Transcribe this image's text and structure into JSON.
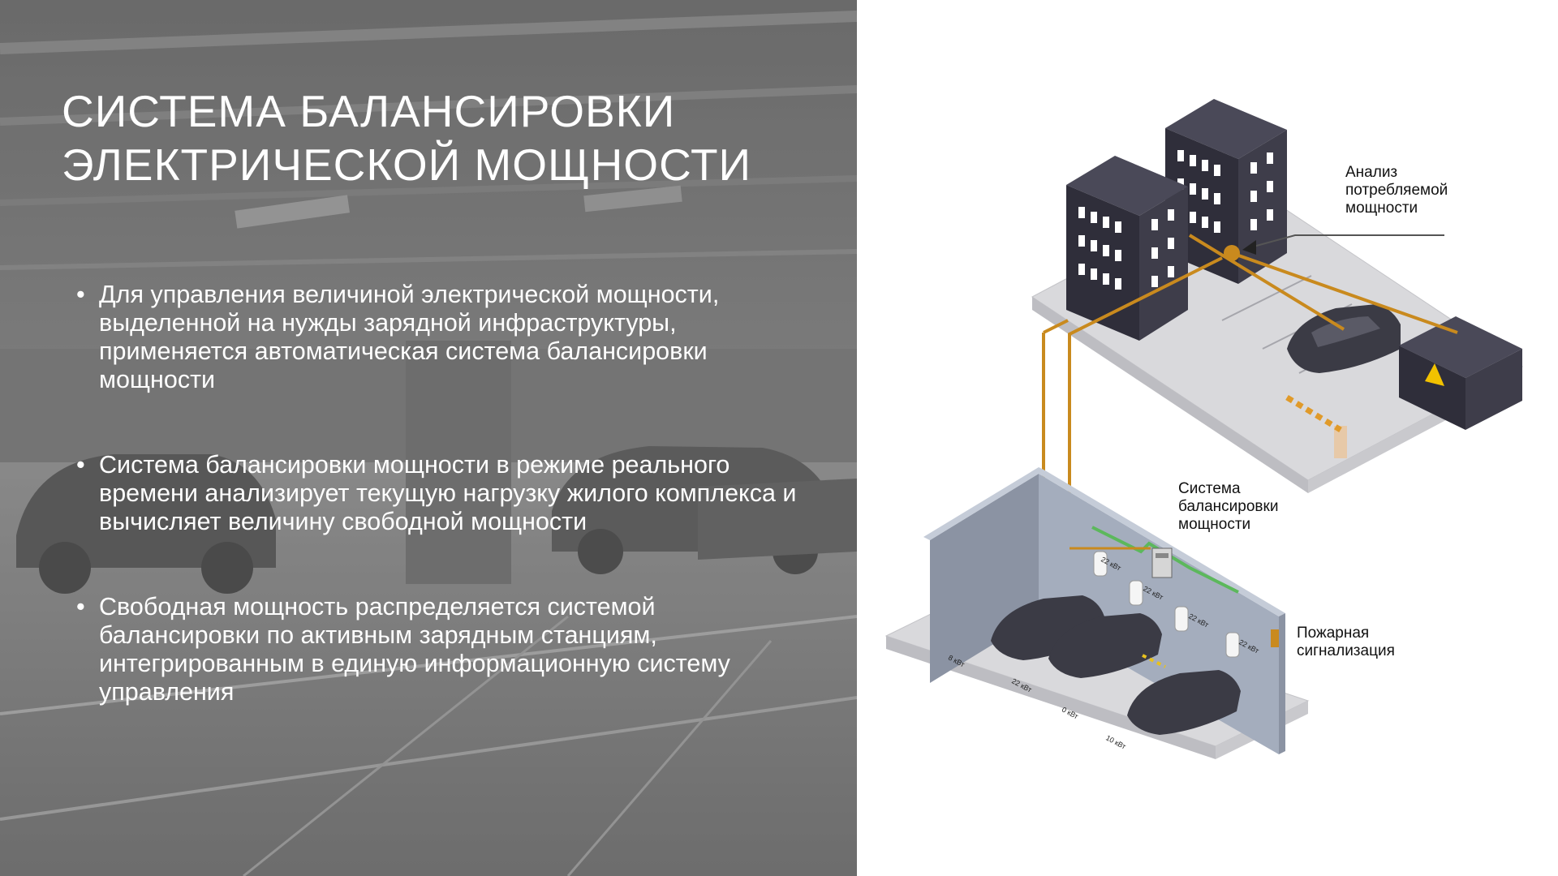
{
  "slide": {
    "title_lines": [
      "СИСТЕМА БАЛАНСИРОВКИ",
      "ЭЛЕКТРИЧЕСКОЙ МОЩНОСТИ"
    ],
    "bullets": [
      "Для управления величиной электрической мощности, выделенной на нужды зарядной инфраструктуры, применяется автоматическая система балансировки мощности",
      "Система балансировки мощности в режиме реального времени анализирует текущую нагрузку жилого комплекса и вычисляет величину свободной мощности",
      "Свободная мощность распределяется системой балансировки по активным зарядным станциям, интегрированным в единую информационную систему управления"
    ]
  },
  "diagram": {
    "labels": {
      "analysis": [
        "Анализ",
        "потребляемой",
        "мощности"
      ],
      "balancing": [
        "Система",
        "балансировки",
        "мощности"
      ],
      "fire_alarm": [
        "Пожарная",
        "сигнализация"
      ]
    },
    "charger_power": [
      "22 кВт",
      "22 кВт",
      "22 кВт",
      "22 кВт"
    ],
    "floor_power": [
      "8 кВт",
      "22 кВт",
      "0 кВт",
      "10 кВт"
    ],
    "colors": {
      "cable": "#c98a1e",
      "data_line": "#5cb85c",
      "building": "#3e3d4a",
      "floor": "#d9d9dc",
      "wall": "#9aa3b2"
    }
  }
}
